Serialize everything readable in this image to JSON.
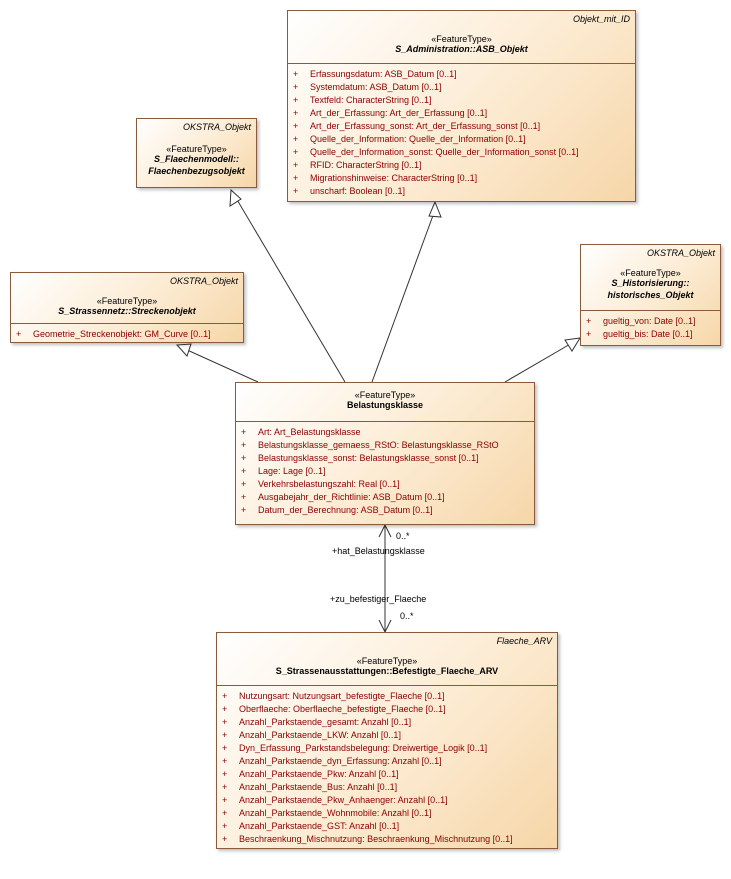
{
  "classes": {
    "asb": {
      "tag": "Objekt_mit_ID",
      "stereotype": "«FeatureType»",
      "name": "S_Administration::ASB_Objekt",
      "attributes": [
        "Erfassungsdatum: ASB_Datum [0..1]",
        "Systemdatum: ASB_Datum [0..1]",
        "Textfeld: CharacterString [0..1]",
        "Art_der_Erfassung: Art_der_Erfassung [0..1]",
        "Art_der_Erfassung_sonst: Art_der_Erfassung_sonst [0..1]",
        "Quelle_der_Information: Quelle_der_Information [0..1]",
        "Quelle_der_Information_sonst: Quelle_der_Information_sonst [0..1]",
        "RFID: CharacterString [0..1]",
        "Migrationshinweise: CharacterString [0..1]",
        "unscharf: Boolean [0..1]"
      ]
    },
    "flaechen": {
      "tag": "OKSTRA_Objekt",
      "stereotype": "«FeatureType»",
      "name_line1": "S_Flaechenmodell::",
      "name_line2": "Flaechenbezugsobjekt"
    },
    "strecke": {
      "tag": "OKSTRA_Objekt",
      "stereotype": "«FeatureType»",
      "name": "S_Strassennetz::Streckenobjekt",
      "attributes": [
        "Geometrie_Streckenobjekt: GM_Curve [0..1]"
      ]
    },
    "hist": {
      "tag": "OKSTRA_Objekt",
      "stereotype": "«FeatureType»",
      "name_line1": "S_Historisierung::",
      "name_line2": "historisches_Objekt",
      "attributes": [
        "gueltig_von: Date [0..1]",
        "gueltig_bis: Date [0..1]"
      ]
    },
    "belastung": {
      "stereotype": "«FeatureType»",
      "name": "Belastungsklasse",
      "attributes": [
        "Art: Art_Belastungsklasse",
        "Belastungsklasse_gemaess_RStO: Belastungsklasse_RStO",
        "Belastungsklasse_sonst: Belastungsklasse_sonst [0..1]",
        "Lage: Lage [0..1]",
        "Verkehrsbelastungszahl: Real [0..1]",
        "Ausgabejahr_der_Richtlinie: ASB_Datum [0..1]",
        "Datum_der_Berechnung: ASB_Datum [0..1]"
      ]
    },
    "flaeche": {
      "tag": "Flaeche_ARV",
      "stereotype": "«FeatureType»",
      "name": "S_Strassenausstattungen::Befestigte_Flaeche_ARV",
      "attributes": [
        "Nutzungsart: Nutzungsart_befestigte_Flaeche [0..1]",
        "Oberflaeche: Oberflaeche_befestigte_Flaeche [0..1]",
        "Anzahl_Parkstaende_gesamt: Anzahl [0..1]",
        "Anzahl_Parkstaende_LKW: Anzahl [0..1]",
        "Dyn_Erfassung_Parkstandsbelegung: Dreiwertige_Logik [0..1]",
        "Anzahl_Parkstaende_dyn_Erfassung: Anzahl [0..1]",
        "Anzahl_Parkstaende_Pkw: Anzahl [0..1]",
        "Anzahl_Parkstaende_Bus: Anzahl [0..1]",
        "Anzahl_Parkstaende_Pkw_Anhaenger: Anzahl [0..1]",
        "Anzahl_Parkstaende_Wohnmobile: Anzahl [0..1]",
        "Anzahl_Parkstaende_GST: Anzahl [0..1]",
        "Beschraenkung_Mischnutzung: Beschraenkung_Mischnutzung [0..1]"
      ]
    }
  },
  "association": {
    "role_top": "+hat_Belastungsklasse",
    "mult_top": "0..*",
    "role_bottom": "+zu_befestiger_Flaeche",
    "mult_bottom": "0..*"
  },
  "visibility_symbol": "+",
  "colors": {
    "attribute_text": "#8b0000",
    "border": "#8a5a3a",
    "fill": "#fcebd2"
  }
}
